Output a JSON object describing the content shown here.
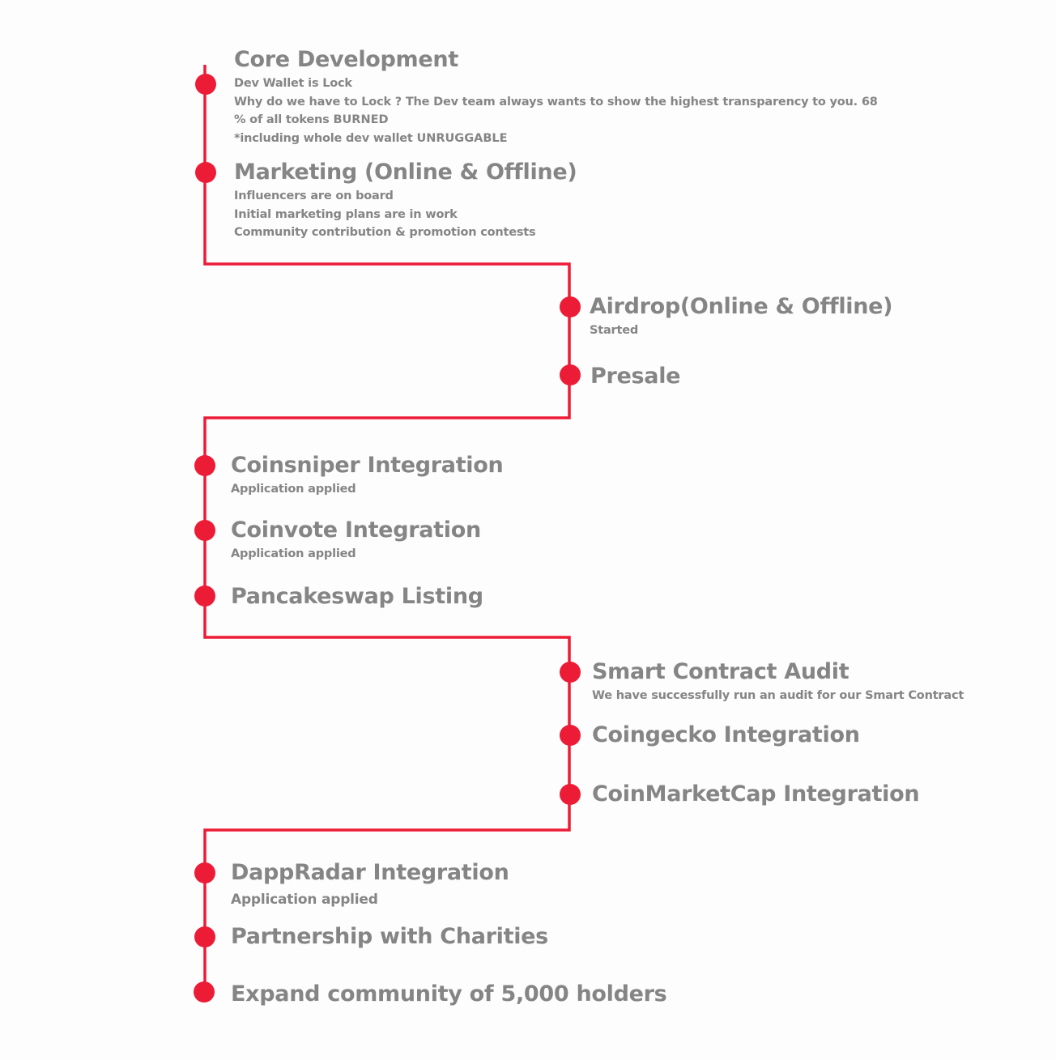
{
  "colors": {
    "line": "#ed1c36",
    "text": "#858585",
    "background": "#fdfdfd"
  },
  "milestones": [
    {
      "title": "Core Development",
      "details": {
        "line1": "Dev Wallet is Lock",
        "line2a": "Why do we have to Lock ? The Dev team always wants to show the highest transparency to you. 68 % of all tokens ",
        "line2b": "BURNED",
        "line3a": "*including whole dev wallet ",
        "line3b": "UNRUGGABLE"
      }
    },
    {
      "title": "Marketing (Online & Offline)",
      "details": [
        "Influencers are on board",
        "Initial marketing plans are in work",
        "Community contribution & promotion contests"
      ]
    },
    {
      "title": "Airdrop(Online & Offline)",
      "details": [
        "Started"
      ]
    },
    {
      "title": "Presale",
      "details": []
    },
    {
      "title": "Coinsniper Integration",
      "details": [
        "Application applied"
      ]
    },
    {
      "title": "Coinvote Integration",
      "details": [
        "Application applied"
      ]
    },
    {
      "title": "Pancakeswap Listing",
      "details": []
    },
    {
      "title": "Smart Contract Audit",
      "details": [
        "We have successfully run an audit for our Smart Contract"
      ]
    },
    {
      "title": "Coingecko Integration",
      "details": []
    },
    {
      "title": "CoinMarketCap Integration",
      "details": []
    },
    {
      "title": "DappRadar Integration",
      "details": [
        "Application applied"
      ]
    },
    {
      "title": "Partnership with Charities",
      "details": []
    },
    {
      "title": "Expand community of 5,000 holders",
      "details": []
    }
  ]
}
